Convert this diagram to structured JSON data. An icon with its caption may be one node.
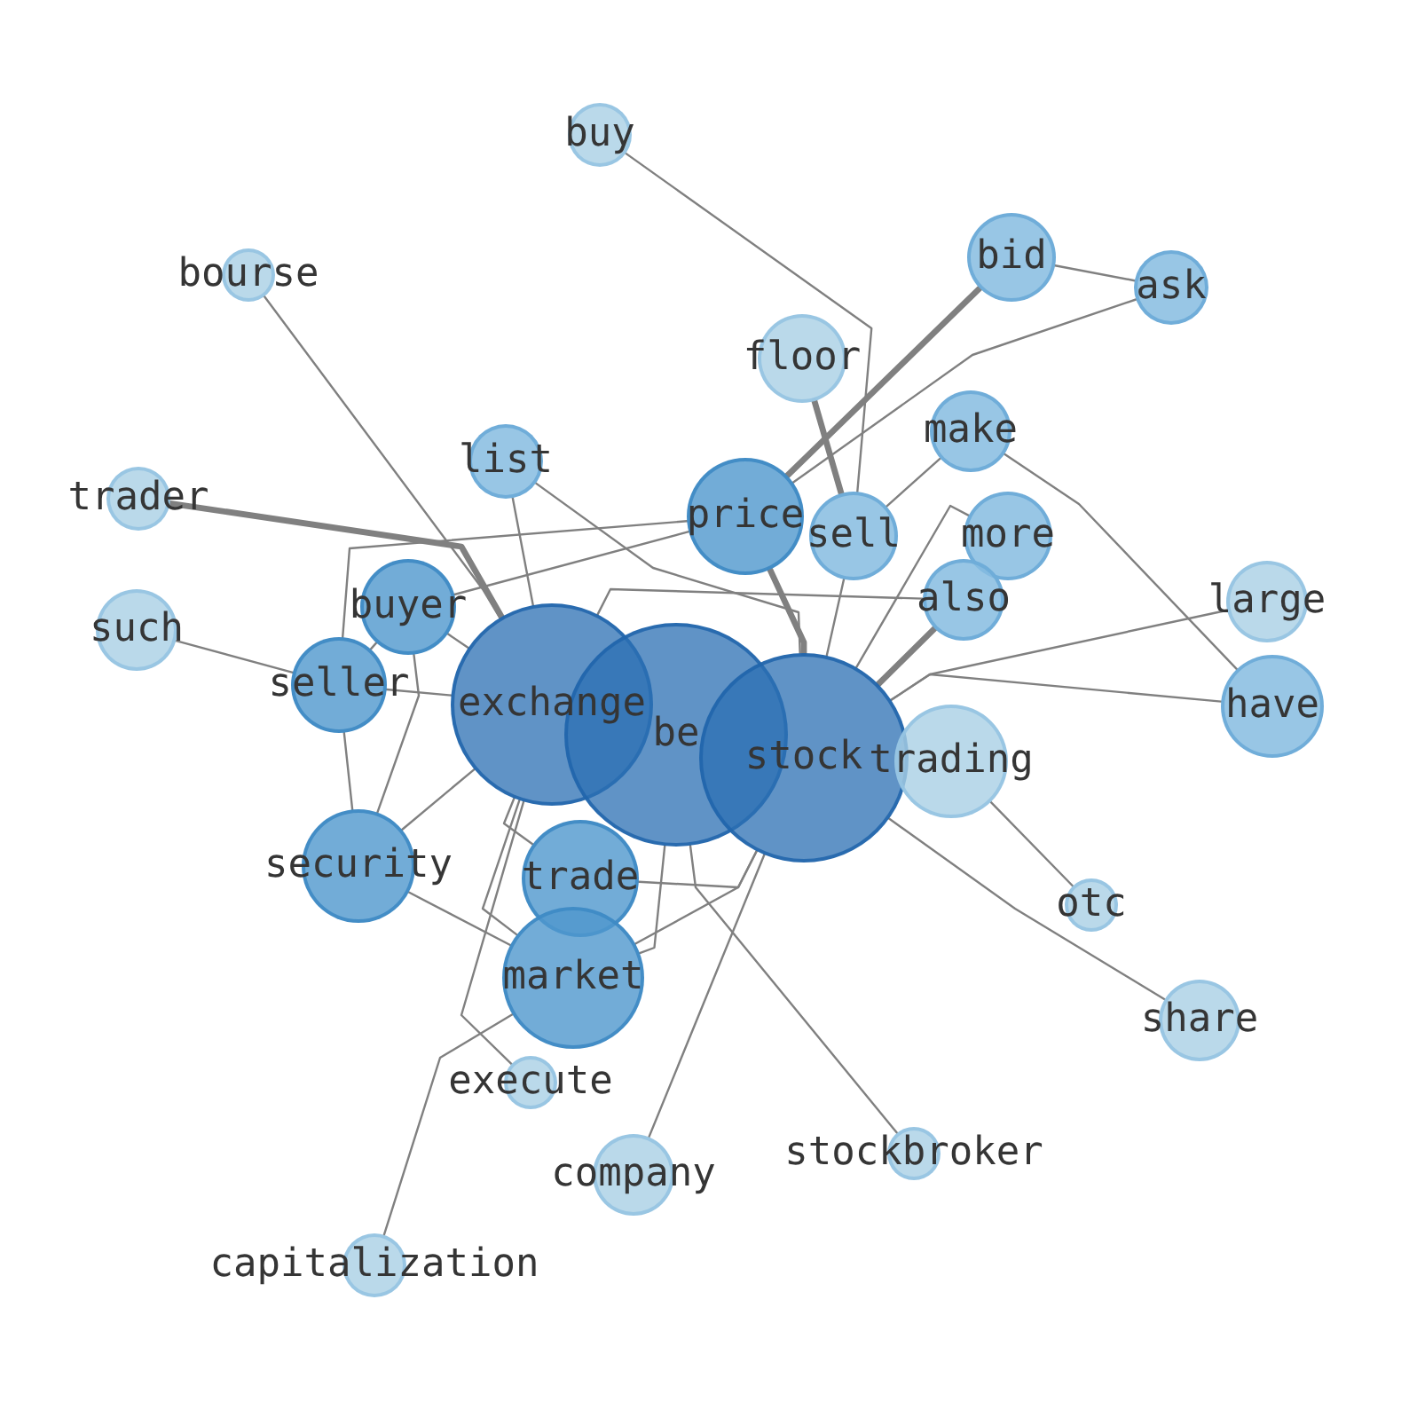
{
  "diagram": {
    "nodes": [
      {
        "text": [
          "buy"
        ]
      },
      {
        "text": [
          "bourse"
        ]
      },
      {
        "text": [
          "bid"
        ]
      },
      {
        "text": [
          "ask"
        ]
      },
      {
        "text": [
          "floor"
        ]
      },
      {
        "text": [
          "make"
        ]
      },
      {
        "text": [
          "list"
        ]
      },
      {
        "text": [
          "trader"
        ]
      },
      {
        "text": [
          "price"
        ]
      },
      {
        "text": [
          "sell"
        ]
      },
      {
        "text": [
          "more"
        ]
      },
      {
        "text": [
          "also"
        ]
      },
      {
        "text": [
          "large"
        ]
      },
      {
        "text": [
          "buyer"
        ]
      },
      {
        "text": [
          "such"
        ]
      },
      {
        "text": [
          "seller"
        ]
      },
      {
        "text": [
          "exchange"
        ]
      },
      {
        "text": [
          "be"
        ]
      },
      {
        "text": [
          "have"
        ]
      },
      {
        "text": [
          "stock"
        ]
      },
      {
        "text": [
          "trading"
        ]
      },
      {
        "text": [
          "security"
        ]
      },
      {
        "text": [
          "trade"
        ]
      },
      {
        "text": [
          "otc"
        ]
      },
      {
        "text": [
          "market"
        ]
      },
      {
        "text": [
          "share"
        ]
      },
      {
        "text": [
          "execute"
        ]
      },
      {
        "text": [
          "stockbroker"
        ]
      },
      {
        "text": [
          "company"
        ]
      },
      {
        "text": [
          "capitalization"
        ]
      }
    ],
    "edges": [
      {
        "from": 0,
        "to": 9,
        "arrow": "none"
      },
      {
        "from": 1,
        "to": 16,
        "arrow": "none"
      },
      {
        "from": 2,
        "to": 3,
        "arrow": "none"
      },
      {
        "from": 2,
        "to": 8,
        "arrow": "none",
        "style": "thick"
      },
      {
        "from": 3,
        "to": 8,
        "arrow": "none"
      },
      {
        "from": 4,
        "to": 9,
        "arrow": "none",
        "style": "thick"
      },
      {
        "from": 5,
        "to": 18,
        "arrow": "none"
      },
      {
        "from": 5,
        "to": 9,
        "arrow": "none"
      },
      {
        "from": 6,
        "to": 16,
        "arrow": "none"
      },
      {
        "from": 6,
        "to": 19,
        "arrow": "none"
      },
      {
        "from": 7,
        "to": 16,
        "arrow": "none",
        "style": "thick"
      },
      {
        "from": 8,
        "to": 13,
        "arrow": "none"
      },
      {
        "from": 8,
        "to": 15,
        "arrow": "none"
      },
      {
        "from": 8,
        "to": 19,
        "arrow": "none",
        "style": "thick"
      },
      {
        "from": 9,
        "to": 19,
        "arrow": "none"
      },
      {
        "from": 10,
        "to": 19,
        "arrow": "none"
      },
      {
        "from": 11,
        "to": 16,
        "arrow": "none"
      },
      {
        "from": 11,
        "to": 19,
        "arrow": "none",
        "style": "thick"
      },
      {
        "from": 12,
        "to": 19,
        "arrow": "none"
      },
      {
        "from": 13,
        "to": 15,
        "arrow": "none"
      },
      {
        "from": 13,
        "to": 21,
        "arrow": "none"
      },
      {
        "from": 13,
        "to": 16,
        "arrow": "none"
      },
      {
        "from": 14,
        "to": 15,
        "arrow": "none"
      },
      {
        "from": 15,
        "to": 16,
        "arrow": "none"
      },
      {
        "from": 15,
        "to": 21,
        "arrow": "none"
      },
      {
        "from": 16,
        "to": 21,
        "arrow": "none"
      },
      {
        "from": 16,
        "to": 22,
        "arrow": "none"
      },
      {
        "from": 16,
        "to": 24,
        "arrow": "none"
      },
      {
        "from": 16,
        "to": 26,
        "arrow": "none"
      },
      {
        "from": 17,
        "to": 27,
        "arrow": "none"
      },
      {
        "from": 20,
        "to": 23,
        "arrow": "none"
      },
      {
        "from": 17,
        "to": 24,
        "arrow": "none"
      },
      {
        "from": 18,
        "to": 19,
        "arrow": "none"
      },
      {
        "from": 19,
        "to": 22,
        "arrow": "none"
      },
      {
        "from": 19,
        "to": 24,
        "arrow": "none"
      },
      {
        "from": 19,
        "to": 25,
        "arrow": "none"
      },
      {
        "from": 19,
        "to": 28,
        "arrow": "none"
      },
      {
        "from": 24,
        "to": 29,
        "arrow": "none"
      },
      {
        "from": 21,
        "to": 24,
        "arrow": "none"
      }
    ]
  }
}
